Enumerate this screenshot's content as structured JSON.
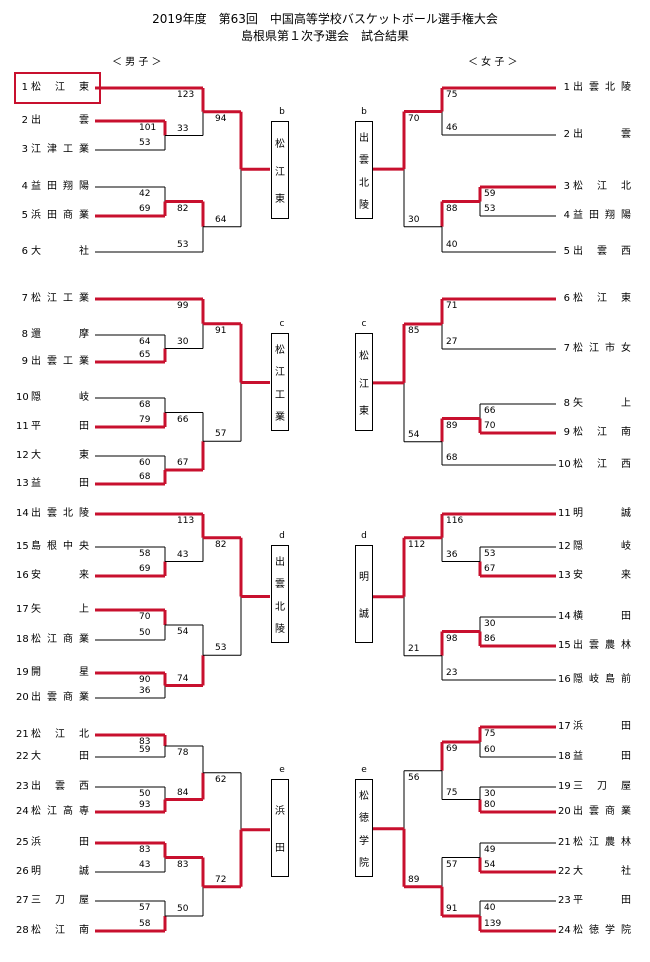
{
  "title_line1": "2019年度　第63回　中国高等学校バスケットボール選手権大会",
  "title_line2": "島根県第１次予選会　試合結果",
  "boys_label": "＜ 男 子 ＞",
  "girls_label": "＜ 女 子 ＞",
  "colors": {
    "win": "#c8102e",
    "loss": "#000000"
  },
  "boys_teams": [
    {
      "no": "1",
      "name": "松江東"
    },
    {
      "no": "2",
      "name": "出雲"
    },
    {
      "no": "3",
      "name": "江津工業"
    },
    {
      "no": "4",
      "name": "益田翔陽"
    },
    {
      "no": "5",
      "name": "浜田商業"
    },
    {
      "no": "6",
      "name": "大社"
    },
    {
      "no": "7",
      "name": "松江工業"
    },
    {
      "no": "8",
      "name": "還摩"
    },
    {
      "no": "9",
      "name": "出雲工業"
    },
    {
      "no": "10",
      "name": "隠岐"
    },
    {
      "no": "11",
      "name": "平田"
    },
    {
      "no": "12",
      "name": "大東"
    },
    {
      "no": "13",
      "name": "益田"
    },
    {
      "no": "14",
      "name": "出雲北陵"
    },
    {
      "no": "15",
      "name": "島根中央"
    },
    {
      "no": "16",
      "name": "安来"
    },
    {
      "no": "17",
      "name": "矢上"
    },
    {
      "no": "18",
      "name": "松江商業"
    },
    {
      "no": "19",
      "name": "開星"
    },
    {
      "no": "20",
      "name": "出雲商業"
    },
    {
      "no": "21",
      "name": "松江北"
    },
    {
      "no": "22",
      "name": "大田"
    },
    {
      "no": "23",
      "name": "出雲西"
    },
    {
      "no": "24",
      "name": "松江高専"
    },
    {
      "no": "25",
      "name": "浜田"
    },
    {
      "no": "26",
      "name": "明誠"
    },
    {
      "no": "27",
      "name": "三刀屋"
    },
    {
      "no": "28",
      "name": "松江南"
    }
  ],
  "girls_teams": [
    {
      "no": "1",
      "name": "出雲北陵"
    },
    {
      "no": "2",
      "name": "出雲"
    },
    {
      "no": "3",
      "name": "松江北"
    },
    {
      "no": "4",
      "name": "益田翔陽"
    },
    {
      "no": "5",
      "name": "出雲西"
    },
    {
      "no": "6",
      "name": "松江東"
    },
    {
      "no": "7",
      "name": "松江市女"
    },
    {
      "no": "8",
      "name": "矢上"
    },
    {
      "no": "9",
      "name": "松江南"
    },
    {
      "no": "10",
      "name": "松江西"
    },
    {
      "no": "11",
      "name": "明誠"
    },
    {
      "no": "12",
      "name": "隠岐"
    },
    {
      "no": "13",
      "name": "安来"
    },
    {
      "no": "14",
      "name": "横田"
    },
    {
      "no": "15",
      "name": "出雲農林"
    },
    {
      "no": "16",
      "name": "隠岐島前"
    },
    {
      "no": "17",
      "name": "浜田"
    },
    {
      "no": "18",
      "name": "益田"
    },
    {
      "no": "19",
      "name": "三刀屋"
    },
    {
      "no": "20",
      "name": "出雲商業"
    },
    {
      "no": "21",
      "name": "松江農林"
    },
    {
      "no": "22",
      "name": "大社"
    },
    {
      "no": "23",
      "name": "平田"
    },
    {
      "no": "24",
      "name": "松徳学院"
    }
  ],
  "boys_blocks": [
    {
      "label": "b",
      "winner": "松江東",
      "s1": [
        "101",
        "53",
        "42",
        "69"
      ],
      "s2": [
        "123",
        "33",
        "82",
        "53"
      ],
      "s3": [
        "94",
        "64"
      ]
    },
    {
      "label": "c",
      "winner": "松江工業",
      "s1": [
        "64",
        "65",
        "68",
        "79",
        "60",
        "68"
      ],
      "s2": [
        "99",
        "30",
        "66",
        "67"
      ],
      "s3": [
        "91",
        "57"
      ]
    },
    {
      "label": "d",
      "winner": "出雲北陵",
      "s1": [
        "58",
        "69",
        "70",
        "50",
        "90",
        "36"
      ],
      "s2": [
        "113",
        "43",
        "54",
        "74"
      ],
      "s3": [
        "82",
        "53"
      ]
    },
    {
      "label": "e",
      "winner": "浜田",
      "s1": [
        "83",
        "59",
        "50",
        "93",
        "83",
        "43",
        "57",
        "58"
      ],
      "s2": [
        "78",
        "84",
        "83",
        "50"
      ],
      "s3": [
        "62",
        "72"
      ]
    }
  ],
  "girls_blocks": [
    {
      "label": "b",
      "winner": "出雲北陵",
      "s1": [
        "59",
        "53"
      ],
      "s2": [
        "75",
        "46",
        "88",
        "40"
      ],
      "s3": [
        "70",
        "30"
      ]
    },
    {
      "label": "c",
      "winner": "松江東",
      "s1": [
        "66",
        "70"
      ],
      "s2": [
        "71",
        "27",
        "89",
        "68"
      ],
      "s3": [
        "85",
        "54"
      ]
    },
    {
      "label": "d",
      "winner": "明誠",
      "s1": [
        "53",
        "67",
        "30",
        "86"
      ],
      "s2": [
        "116",
        "36",
        "98",
        "23"
      ],
      "s3": [
        "112",
        "21"
      ]
    },
    {
      "label": "e",
      "winner": "松徳学院",
      "s1": [
        "75",
        "60",
        "30",
        "80",
        "49",
        "54",
        "40",
        "139"
      ],
      "s2": [
        "69",
        "75",
        "57",
        "91"
      ],
      "s3": [
        "56",
        "89"
      ]
    }
  ]
}
